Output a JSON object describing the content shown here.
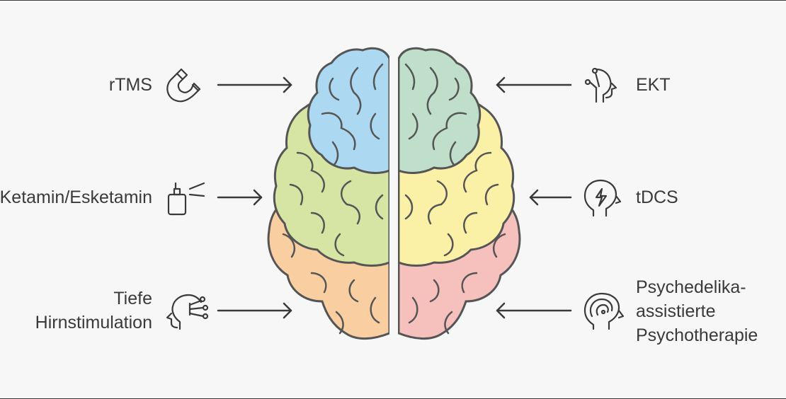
{
  "diagram": {
    "left_items": [
      {
        "label": "rTMS",
        "icon": "magnet-icon"
      },
      {
        "label": "Ketamin/Esketamin",
        "icon": "nasal-spray-icon"
      },
      {
        "label_lines": [
          "Tiefe",
          "Hirnstimulation"
        ],
        "icon": "head-circuit-icon"
      }
    ],
    "right_items": [
      {
        "label": "EKT",
        "icon": "head-electrodes-icon"
      },
      {
        "label": "tDCS",
        "icon": "head-lightning-icon"
      },
      {
        "label_lines": [
          "Psychedelika-",
          "assistierte",
          "Psychotherapie"
        ],
        "icon": "head-spiral-icon"
      }
    ],
    "colors": {
      "left_top": "#acd8f2",
      "left_middle": "#d6e4a4",
      "left_bottom": "#f9cfa2",
      "right_top": "#bfdfca",
      "right_middle": "#fbf1a6",
      "right_bottom": "#f6c0bd",
      "outline": "#555555",
      "text": "#3a3a3a"
    }
  }
}
